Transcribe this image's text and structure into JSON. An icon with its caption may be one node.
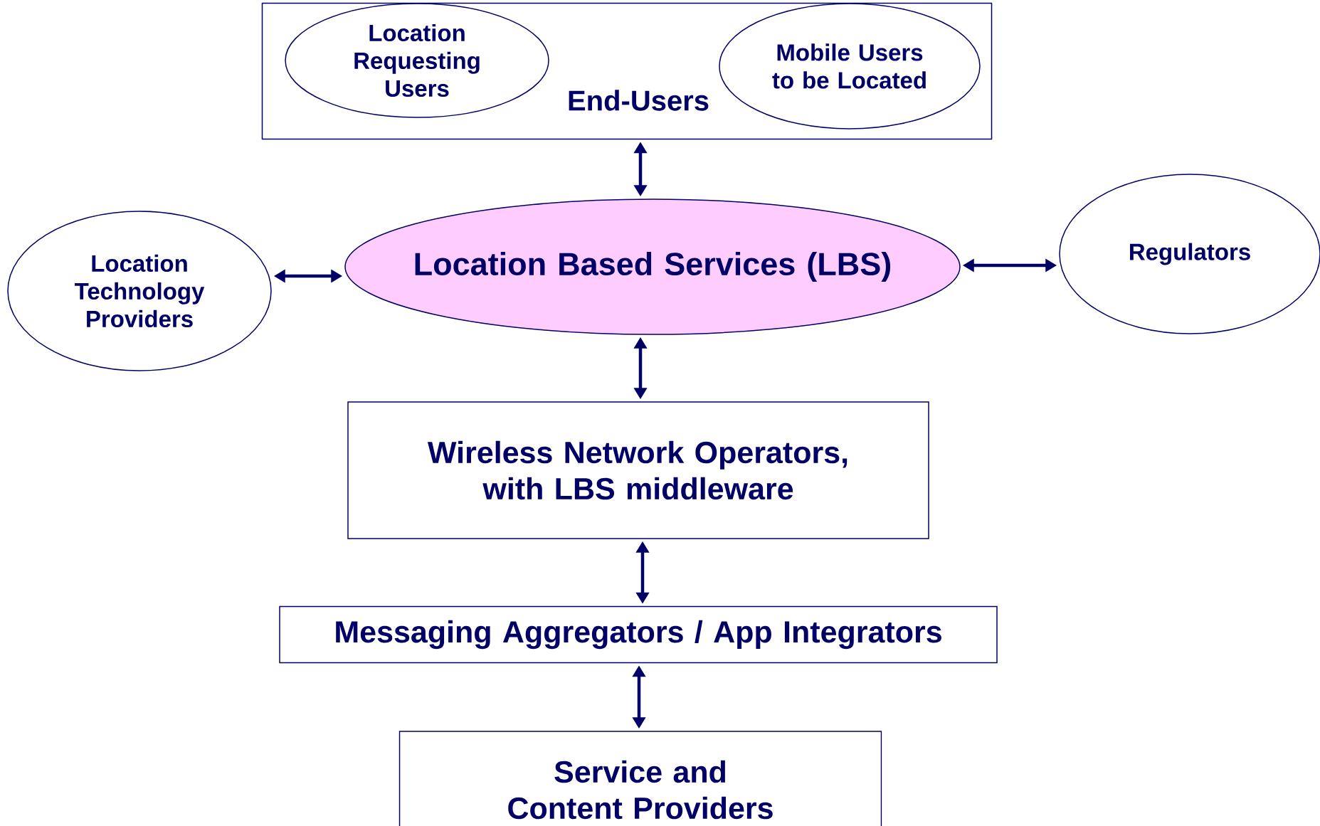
{
  "diagram": {
    "nodes": [
      {
        "text": [
          "End-Users"
        ]
      },
      {
        "text": [
          "Location Requesting Users"
        ],
        "in": 0
      },
      {
        "text": [
          "Mobile Users to be Located"
        ],
        "in": 0
      },
      {
        "text": [
          "Location Based Services (LBS)"
        ]
      },
      {
        "text": [
          "Location Technology Providers"
        ]
      },
      {
        "text": [
          "Regulators"
        ]
      },
      {
        "text": [
          "Wireless Network Operators, with LBS middleware"
        ]
      },
      {
        "text": [
          "Messaging Aggregators / App Integrators"
        ]
      },
      {
        "text": [
          "Service and Content Providers"
        ]
      }
    ],
    "edges": [
      {
        "from": 0,
        "to": 3,
        "arrow": "both"
      },
      {
        "from": 4,
        "to": 3,
        "arrow": "both"
      },
      {
        "from": 3,
        "to": 5,
        "arrow": "both"
      },
      {
        "from": 3,
        "to": 6,
        "arrow": "both"
      },
      {
        "from": 6,
        "to": 7,
        "arrow": "both"
      },
      {
        "from": 7,
        "to": 8,
        "arrow": "both"
      }
    ]
  }
}
